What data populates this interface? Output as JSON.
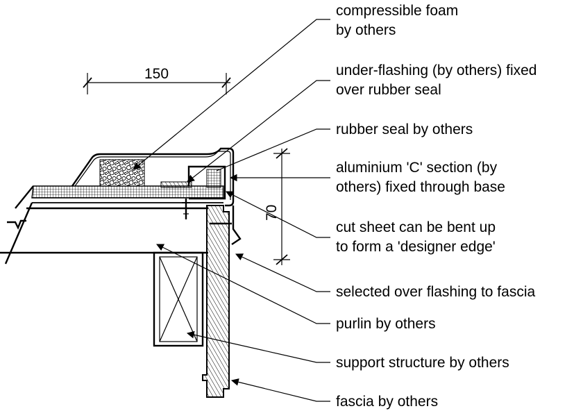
{
  "dimensions": {
    "width_label": "150",
    "height_label": "70"
  },
  "labels": [
    {
      "id": "compressible-foam",
      "lines": [
        "compressible foam",
        "by others"
      ]
    },
    {
      "id": "under-flashing",
      "lines": [
        "under-flashing (by others) fixed",
        "over rubber seal"
      ]
    },
    {
      "id": "rubber-seal",
      "lines": [
        "rubber seal by others"
      ]
    },
    {
      "id": "aluminium-c-section",
      "lines": [
        "aluminium 'C' section (by",
        "others) fixed through base"
      ]
    },
    {
      "id": "cut-sheet",
      "lines": [
        "cut sheet can be bent up",
        "to form a 'designer edge'"
      ]
    },
    {
      "id": "over-flashing",
      "lines": [
        "selected over flashing to fascia"
      ]
    },
    {
      "id": "purlin",
      "lines": [
        "purlin by others"
      ]
    },
    {
      "id": "support-structure",
      "lines": [
        "support structure by others"
      ]
    },
    {
      "id": "fascia",
      "lines": [
        "fascia by others"
      ]
    }
  ]
}
